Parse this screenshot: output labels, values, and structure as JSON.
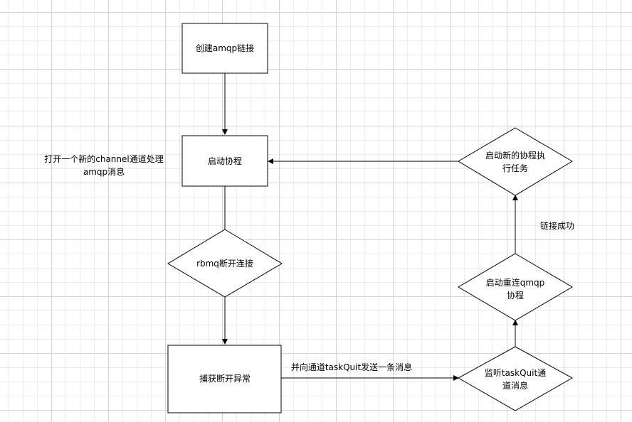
{
  "nodes": {
    "create_connection": "创建amqp链接",
    "start_coroutine": "启动协程",
    "rbmq_disconnect": "rbmq断开连接",
    "catch_exception": "捕获断开异常",
    "listen_taskquit": [
      "监听taskQuit通",
      "道消息"
    ],
    "start_reconnect": [
      "启动重连qmqp",
      "协程"
    ],
    "start_new_coroutine": [
      "启动新的协程执",
      "行任务"
    ]
  },
  "annotations": {
    "open_channel": [
      "打开一个新的channel通道处理",
      "amqp消息"
    ],
    "send_to_taskquit": "并向通道taskQuit发送一条消息",
    "connect_success": "链接成功"
  }
}
